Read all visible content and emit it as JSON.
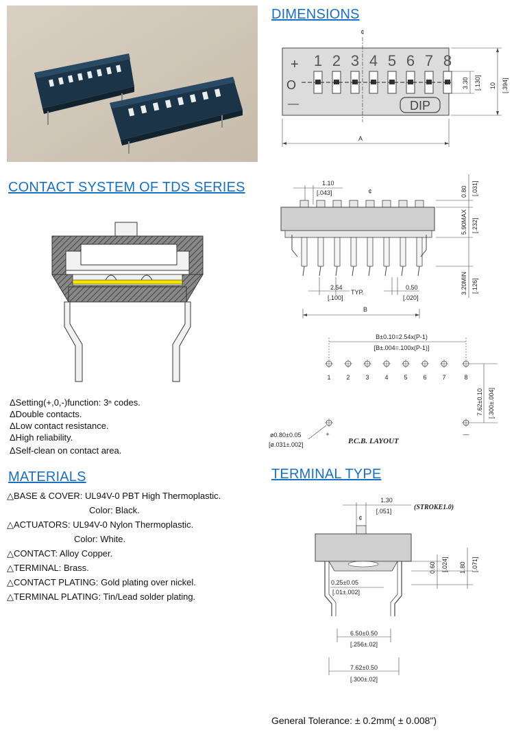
{
  "headings": {
    "dimensions": "DIMENSIONS",
    "contact_system": "CONTACT SYSTEM OF TDS SERIES",
    "materials": "MATERIALS",
    "terminal_type": "TERMINAL TYPE"
  },
  "features": [
    "ΔSetting(+,0,-)function: 3ⁿ codes.",
    "ΔDouble contacts.",
    "ΔLow contact resistance.",
    "ΔHigh reliability.",
    "ΔSelf-clean on contact area."
  ],
  "materials": [
    "△BASE & COVER: UL94V-0 PBT High Thermoplastic.",
    "Color: Black.",
    "△ACTUATORS: UL94V-0 Nylon Thermoplastic.",
    "Color: White.",
    "△CONTACT: Alloy Copper.",
    "△TERMINAL: Brass.",
    "△CONTACT PLATING: Gold plating over nickel.",
    "△TERMINAL PLATING: Tin/Lead solder plating."
  ],
  "top_view": {
    "numbers": [
      "1",
      "2",
      "3",
      "4",
      "5",
      "6",
      "7",
      "8"
    ],
    "plus": "+",
    "zero": "O",
    "minus": "—",
    "dip": "DIP",
    "centerline": "¢",
    "dim_a": "A",
    "dim_330": "3.30",
    "dim_130": "[.130]",
    "dim_10": "10",
    "dim_394": "[.394]"
  },
  "side_view": {
    "centerline": "¢",
    "dim_110": "1.10",
    "dim_043": "[.043]",
    "dim_080": "0.80",
    "dim_031": "[.031]",
    "dim_590": "5.90MAX",
    "dim_232": "[.232]",
    "dim_320": "3.20MIN",
    "dim_126": "[.126]",
    "dim_254": "2.54",
    "dim_100": "[.100]",
    "typ": "TYP.",
    "dim_050": "0.50",
    "dim_020": "[.020]",
    "dim_b": "B"
  },
  "pcb": {
    "formula1": "B±0.10=2.54x(P-1)",
    "formula2": "[B±.004=.100x(P-1)]",
    "pins": [
      "1",
      "2",
      "3",
      "4",
      "5",
      "6",
      "7",
      "8"
    ],
    "dim_762": "7.62±0.10",
    "dim_300": "[.300±.004]",
    "hole1": "ø0.80±0.05",
    "hole2": "[ø.031±.002]",
    "plus": "+",
    "minus": "—",
    "title": "P.C.B. LAYOUT"
  },
  "terminal": {
    "dim_130": "1.30",
    "dim_051": "[.051]",
    "stroke": "(STROKE1.0)",
    "centerline": "¢",
    "dim_060": "0.60",
    "dim_024": "[.024]",
    "dim_180": "1.80",
    "dim_071": "[.071]",
    "dim_025": "0.25±0.05",
    "dim_01": "[.01±.002]",
    "dim_650": "6.50±0.50",
    "dim_256": "[.256±.02]",
    "dim_762": "7.62±0.50",
    "dim_300": "[.300±.02]"
  },
  "tolerance": "General Tolerance: ± 0.2mm( ± 0.008\")"
}
